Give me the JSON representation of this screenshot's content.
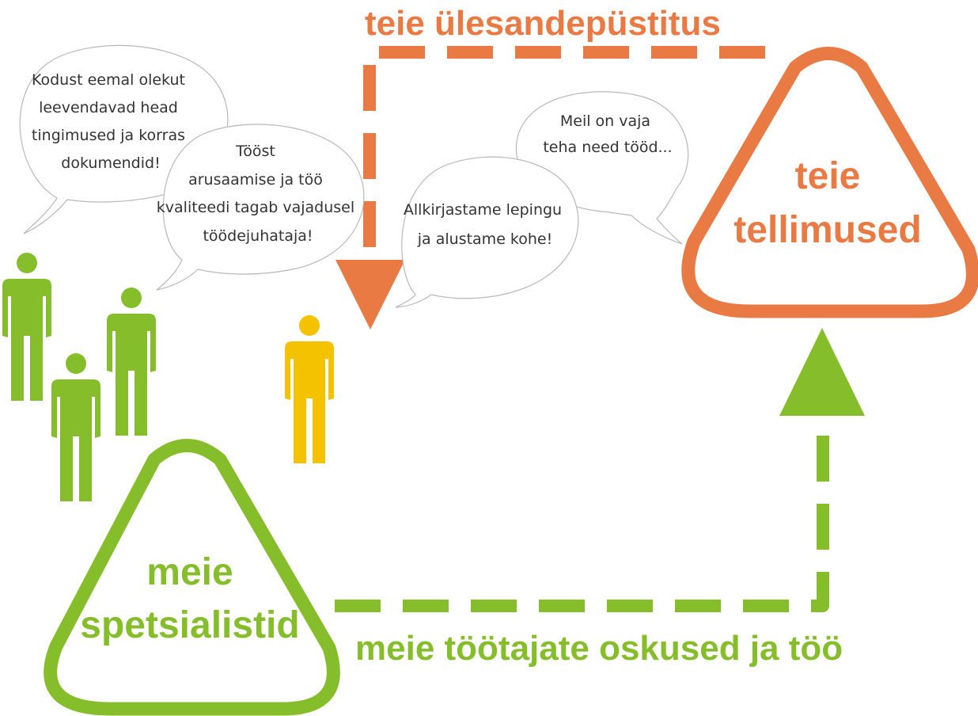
{
  "colors": {
    "orange": "#e97a44",
    "green": "#86be2b",
    "yellow": "#f5c200",
    "bubble_stroke": "#b8b8b8",
    "bubble_text": "#333333"
  },
  "flow": {
    "top_label": "teie ülesandepüstitus",
    "bottom_label": "meie töötajate oskused ja töö"
  },
  "triangles": {
    "orders": {
      "line1": "teie",
      "line2": "tellimused"
    },
    "specialists": {
      "line1": "meie",
      "line2": "spetsialistid"
    }
  },
  "bubbles": {
    "conditions": [
      "Kodust eemal olekut",
      "leevendavad head",
      "tingimused ja korras",
      "dokumendid!"
    ],
    "quality": [
      "Tööst",
      "arusaamise ja töö",
      "kvaliteedi tagab vajadusel",
      "töödejuhataja!"
    ],
    "contract": [
      "Allkirjastame lepingu",
      "ja alustame kohe!"
    ],
    "need": [
      "Meil on vaja",
      "teha need tööd..."
    ]
  },
  "icons": {
    "people": "person-icon",
    "arrow_down": "arrow-down-icon",
    "arrow_up": "arrow-up-icon"
  }
}
